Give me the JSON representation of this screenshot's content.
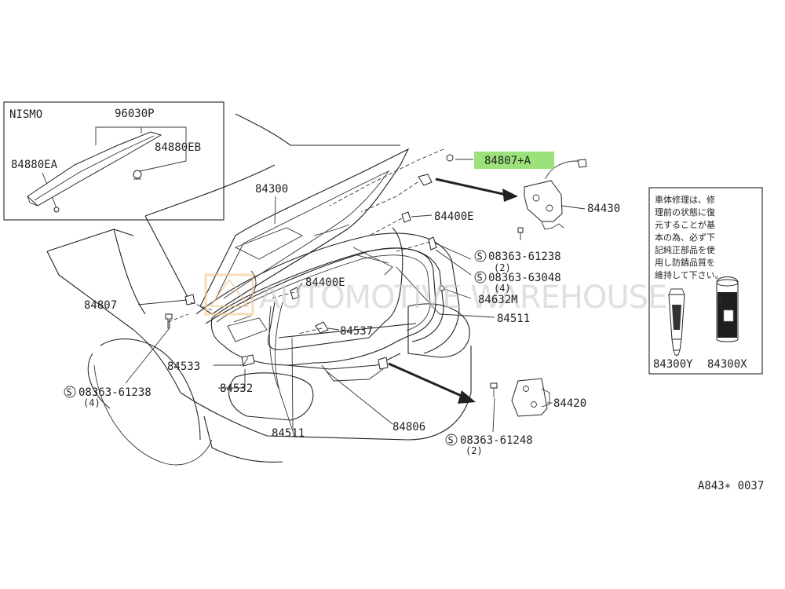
{
  "labels": {
    "nismo": "NISMO",
    "p96030p": "96030P",
    "p84880ea": "84880EA",
    "p84880eb": "84880EB",
    "p84300": "84300",
    "p84807a": "84807+A",
    "p84430": "84430",
    "p84400e_top": "84400E",
    "p84400e_mid": "84400E",
    "s08363_61238_r": "08363-61238",
    "q2_r": "(2)",
    "s08363_63048": "08363-63048",
    "q4_r": "(4)",
    "p84632m": "84632M",
    "p84511_r": "84511",
    "p84807": "84807",
    "p84537": "84537",
    "p84533": "84533",
    "p84532": "84532",
    "s08363_61238_l": "08363-61238",
    "q4_l": "(4)",
    "p84511_b": "84511",
    "p84806": "84806",
    "p84420": "84420",
    "s08363_61248": "08363-61248",
    "q2_b": "(2)",
    "p84300y": "84300Y",
    "p84300x": "84300X",
    "s_symbol": "S"
  },
  "note": {
    "lines": [
      "車体修理は、修",
      "理前の状態に復",
      "元することが基",
      "本の為、必ず下",
      "記純正部品を使",
      "用し防錆品質を",
      "維持して下さい。"
    ]
  },
  "watermark": "AUTOMOTIVE WAREHOUSE",
  "diagram_code": "A843∗ 0037",
  "colors": {
    "highlight": "#9be27a",
    "ink": "#222222"
  }
}
